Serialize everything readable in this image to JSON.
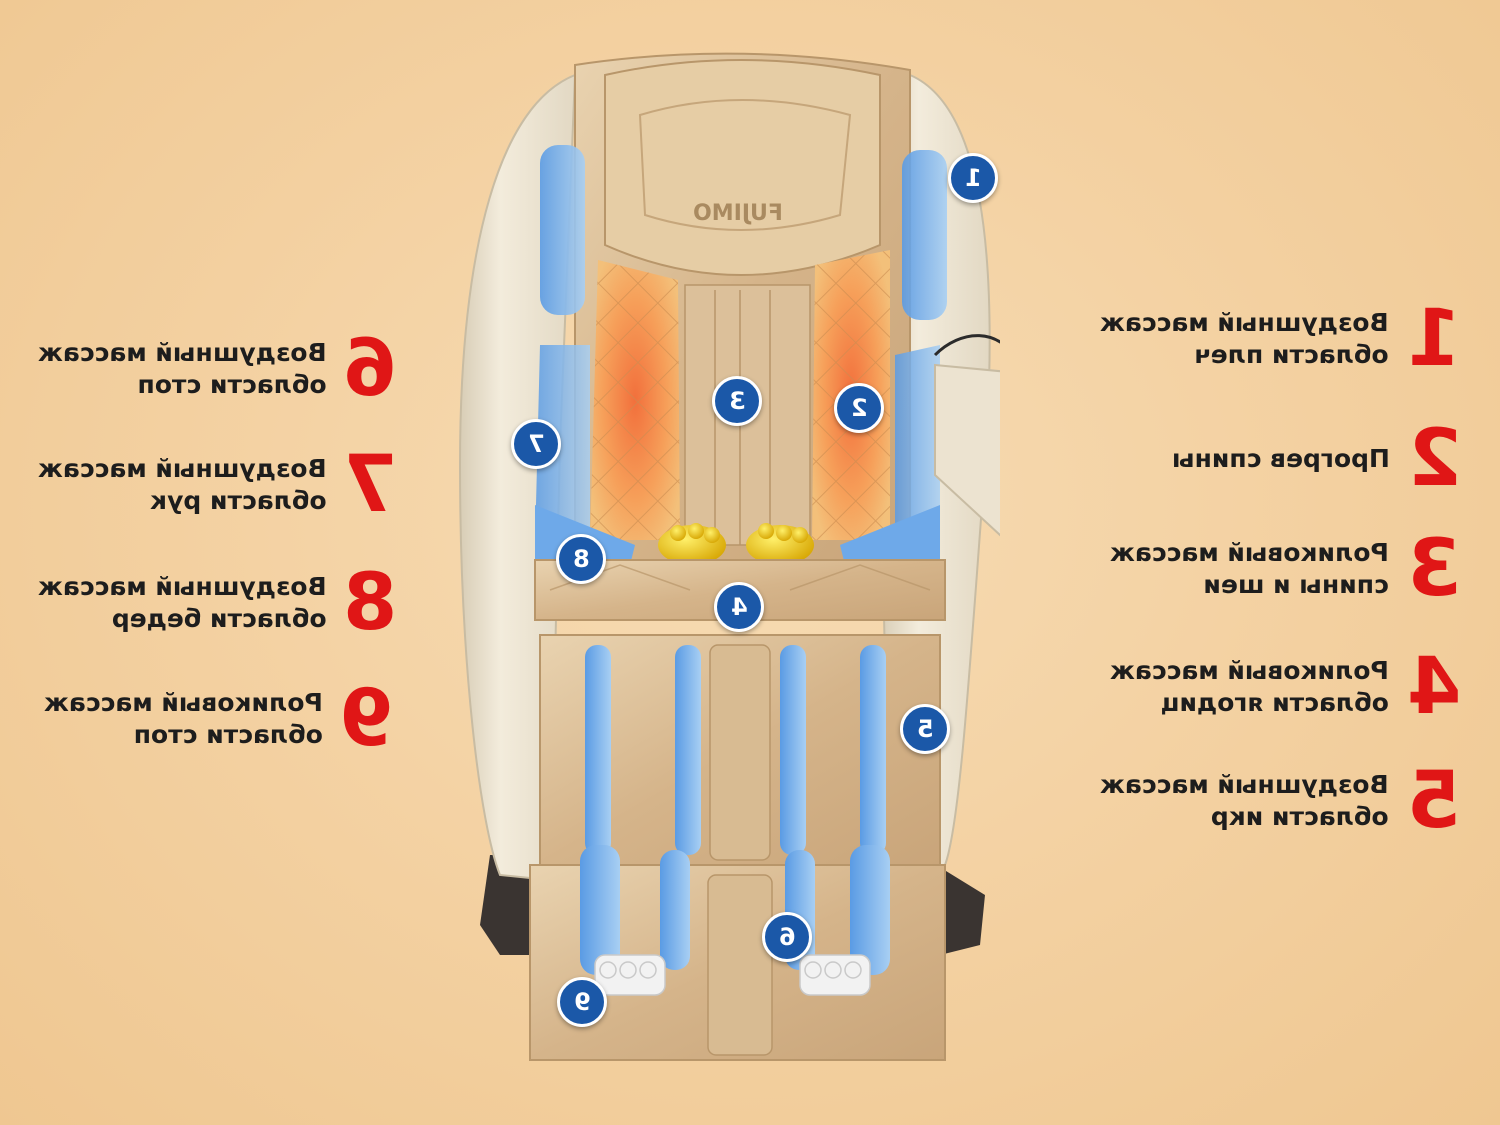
{
  "brand_logo": "FUJIMO",
  "features": [
    {
      "num": "1",
      "line1": "Воздушный массаж",
      "line2": "области плеч"
    },
    {
      "num": "2",
      "line1": "Прогрев спины",
      "line2": ""
    },
    {
      "num": "3",
      "line1": "Роликовый массаж",
      "line2": "спины и шеи"
    },
    {
      "num": "4",
      "line1": "Роликовый массаж",
      "line2": "области ягодиц"
    },
    {
      "num": "5",
      "line1": "Воздушный массаж",
      "line2": "области икр"
    },
    {
      "num": "6",
      "line1": "Воздушный массаж",
      "line2": "области стоп"
    },
    {
      "num": "7",
      "line1": "Воздушный массаж",
      "line2": "области рук"
    },
    {
      "num": "8",
      "line1": "Воздушный массаж",
      "line2": "области бедер"
    },
    {
      "num": "9",
      "line1": "Роликовый массаж",
      "line2": "области стоп"
    }
  ],
  "badges": [
    "1",
    "2",
    "3",
    "4",
    "5",
    "6",
    "7",
    "8",
    "9"
  ],
  "colors": {
    "number_red": "#e01616",
    "badge_blue": "#1b58a8",
    "airbag_blue": "#7fb6ec",
    "heat_orange": "#f59a4a",
    "leather_gold": "#d9b98e",
    "shell_cream": "#efe7d6"
  }
}
